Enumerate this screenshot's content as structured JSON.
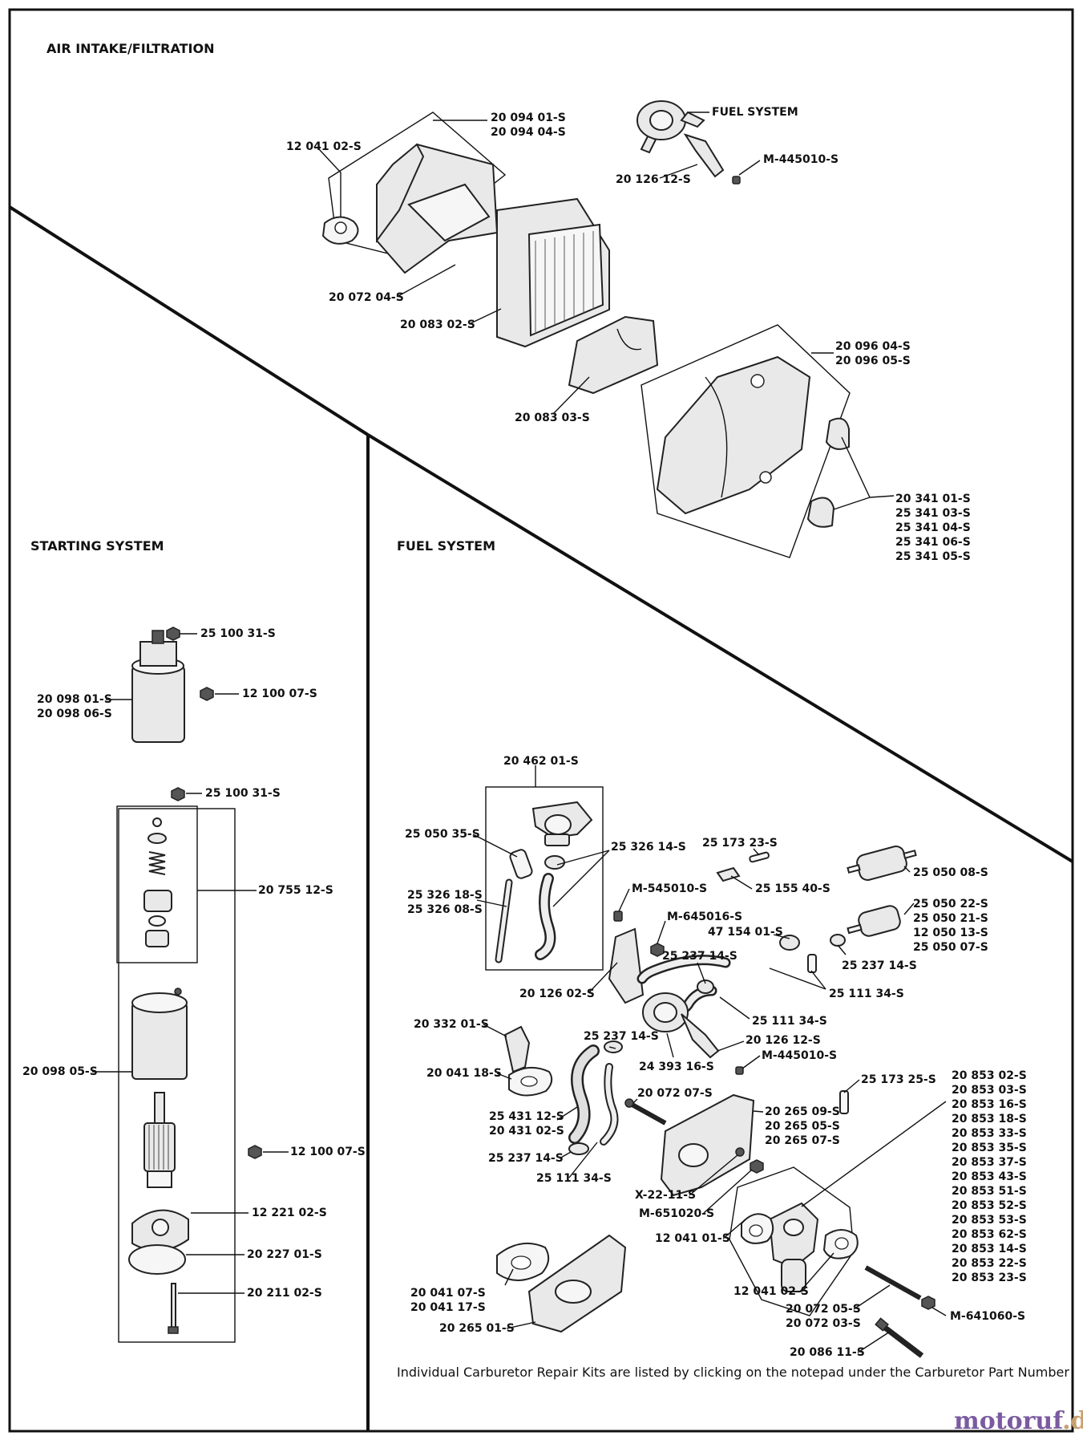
{
  "sections": {
    "air_intake": "AIR INTAKE/FILTRATION",
    "starting": "STARTING SYSTEM",
    "fuel": "FUEL SYSTEM",
    "fuel_ref": "FUEL SYSTEM"
  },
  "labels": {
    "a1": "20 094 01-S",
    "a2": "20 094 04-S",
    "a3": "12 041 02-S",
    "a4": "20 072 04-S",
    "a5": "20 083 02-S",
    "a6": "20 083 03-S",
    "a7": "20 096 04-S",
    "a8": "20 096 05-S",
    "a9": "M-445010-S",
    "a10": "20 126 12-S",
    "a11": "20 341 01-S",
    "a12": "25 341 03-S",
    "a13": "25 341 04-S",
    "a14": "25 341 06-S",
    "a15": "25 341 05-S",
    "s1": "25 100 31-S",
    "s2": "20 098 01-S",
    "s3": "20 098 06-S",
    "s4": "12 100 07-S",
    "s5": "25 100 31-S",
    "s6": "20 755 12-S",
    "s7": "20 098 05-S",
    "s8": "12 100 07-S",
    "s9": "12 221 02-S",
    "s10": "20 227 01-S",
    "s11": "20 211 02-S",
    "f1": "20 462 01-S",
    "f2": "25 050 35-S",
    "f3": "25 326 14-S",
    "f4": "25 326 18-S",
    "f5": "25 326 08-S",
    "f6": "25 173 23-S",
    "f7": "25 155 40-S",
    "f8": "25 050 08-S",
    "f9": "M-545010-S",
    "f10": "M-645016-S",
    "f11": "47 154 01-S",
    "f12": "25 050 22-S",
    "f13": "25 050 21-S",
    "f14": "12 050 13-S",
    "f15": "25 050 07-S",
    "f16": "25 237 14-S",
    "f17": "25 237 14-S",
    "f18": "20 126 02-S",
    "f19": "25 111 34-S",
    "f20": "20 332 01-S",
    "f21": "25 111 34-S",
    "f22": "25 237 14-S",
    "f23": "20 126 12-S",
    "f24": "20 041 18-S",
    "f25": "24 393 16-S",
    "f26": "M-445010-S",
    "f27": "25 173 25-S",
    "f28": "20 072 07-S",
    "f29": "20 265 09-S",
    "f30": "20 265 05-S",
    "f31": "20 265 07-S",
    "f32": "25 431 12-S",
    "f33": "20 431 02-S",
    "f34": "25 237 14-S",
    "f35": "25 111 34-S",
    "f36": "X-22-11-S",
    "f37": "M-651020-S",
    "f38": "12 041 01-S",
    "f39": "12 041 02-S",
    "f40": "20 041 07-S",
    "f41": "20 041 17-S",
    "f42": "20 265 01-S",
    "f43": "20 072 05-S",
    "f44": "20 072 03-S",
    "f45": "M-641060-S",
    "f46": "20 086 11-S"
  },
  "carburetor_parts": [
    "20 853 02-S",
    "20 853 03-S",
    "20 853 16-S",
    "20 853 18-S",
    "20 853 33-S",
    "20 853 35-S",
    "20 853 37-S",
    "20 853 43-S",
    "20 853 51-S",
    "20 853 52-S",
    "20 853 53-S",
    "20 853 62-S",
    "20 853 14-S",
    "20 853 22-S",
    "20 853 23-S"
  ],
  "footnote": "Individual Carburetor Repair Kits are listed by clicking on the notepad under the Carburetor Part Number",
  "watermark": {
    "brand": "motoruf",
    "suffix": ".de"
  }
}
